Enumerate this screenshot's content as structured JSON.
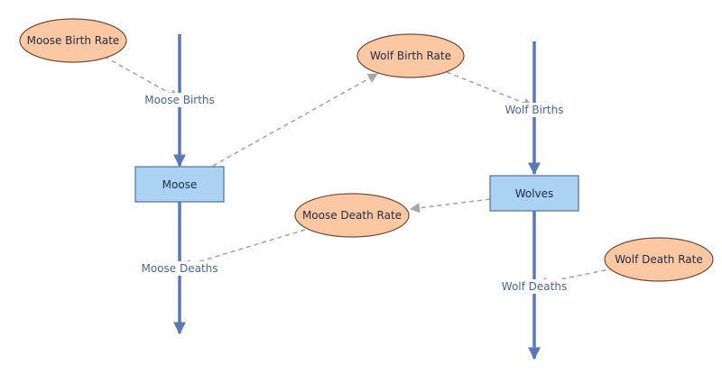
{
  "colors": {
    "stock_fill": "#a9d2f3",
    "stock_stroke": "#5a6f8f",
    "variable_fill": "#fbc8a3",
    "variable_stroke": "#6b4d3a",
    "flow_line": "#5b78b5",
    "link_line": "#a7a7a7",
    "node_text": "#1f2a44",
    "flow_text": "#4a6796"
  },
  "stocks": {
    "moose": "Moose",
    "wolves": "Wolves"
  },
  "variables": {
    "moose_birth_rate": "Moose Birth Rate",
    "wolf_birth_rate": "Wolf Birth Rate",
    "moose_death_rate": "Moose Death Rate",
    "wolf_death_rate": "Wolf Death Rate"
  },
  "flows": {
    "moose_births": "Moose Births",
    "moose_deaths": "Moose Deaths",
    "wolf_births": "Wolf Births",
    "wolf_deaths": "Wolf Deaths"
  }
}
